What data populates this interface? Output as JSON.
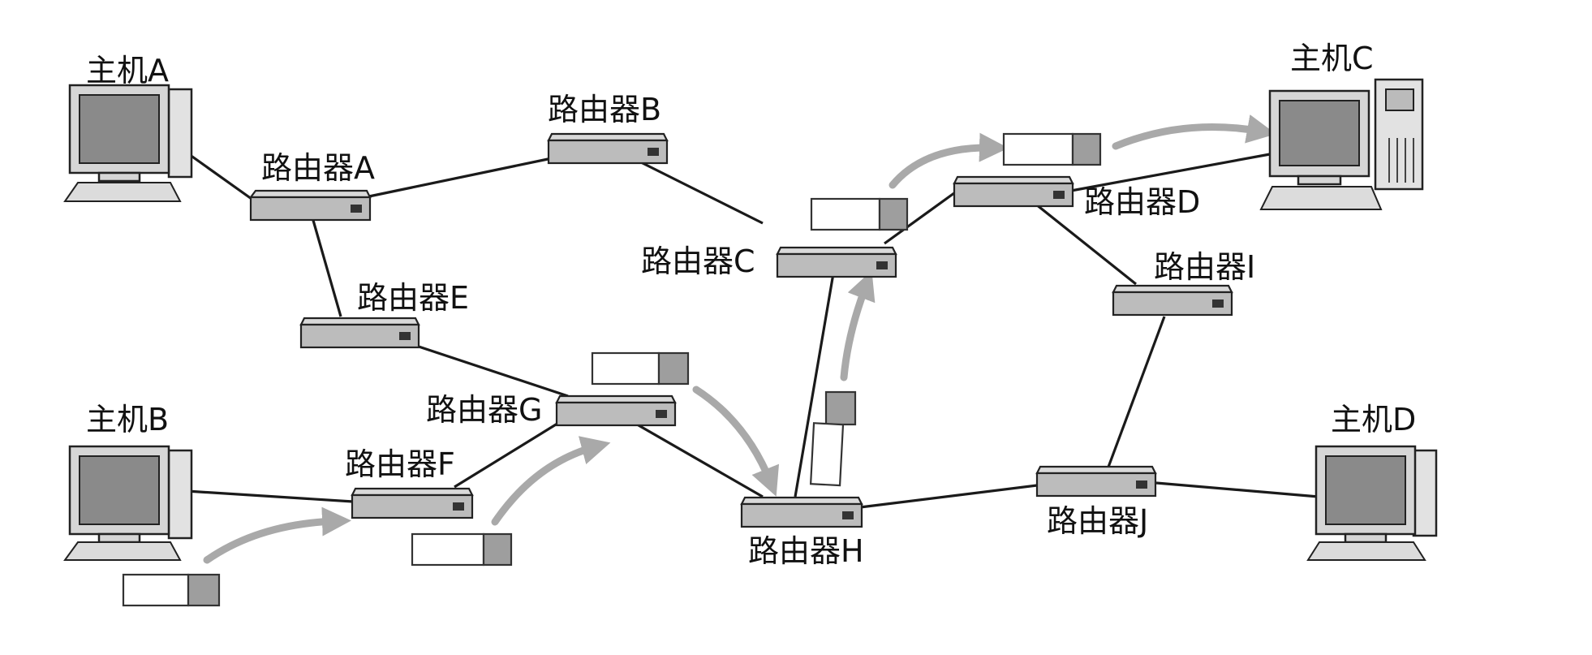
{
  "hosts": {
    "a": {
      "label": "主机A"
    },
    "b": {
      "label": "主机B"
    },
    "c": {
      "label": "主机C"
    },
    "d": {
      "label": "主机D"
    }
  },
  "routers": {
    "a": {
      "label": "路由器A"
    },
    "b": {
      "label": "路由器B"
    },
    "c": {
      "label": "路由器C"
    },
    "d": {
      "label": "路由器D"
    },
    "e": {
      "label": "路由器E"
    },
    "f": {
      "label": "路由器F"
    },
    "g": {
      "label": "路由器G"
    },
    "h": {
      "label": "路由器H"
    },
    "i": {
      "label": "路由器I"
    },
    "j": {
      "label": "路由器J"
    }
  },
  "links": [
    [
      "主机A",
      "路由器A"
    ],
    [
      "路由器A",
      "路由器B"
    ],
    [
      "路由器A",
      "路由器E"
    ],
    [
      "路由器B",
      "路由器C"
    ],
    [
      "路由器C",
      "路由器D"
    ],
    [
      "路由器D",
      "主机C"
    ],
    [
      "路由器D",
      "路由器I"
    ],
    [
      "路由器E",
      "路由器G"
    ],
    [
      "路由器G",
      "路由器F"
    ],
    [
      "路由器F",
      "主机B"
    ],
    [
      "路由器G",
      "路由器H"
    ],
    [
      "路由器H",
      "路由器C"
    ],
    [
      "路由器H",
      "路由器J"
    ],
    [
      "路由器I",
      "路由器J"
    ],
    [
      "路由器J",
      "主机D"
    ]
  ],
  "packet_path": [
    "主机B",
    "路由器F",
    "路由器G",
    "路由器H",
    "路由器C",
    "路由器D",
    "主机C"
  ]
}
